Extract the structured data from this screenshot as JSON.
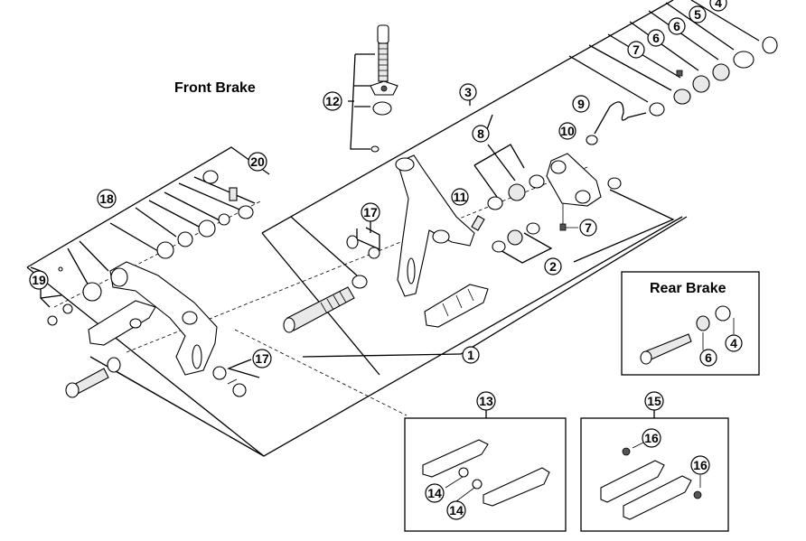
{
  "diagram": {
    "front_title": "Front Brake",
    "rear_title": "Rear Brake",
    "callouts": {
      "c1": "1",
      "c2": "2",
      "c3": "3",
      "c4a": "4",
      "c5": "5",
      "c6a": "6",
      "c6b": "6",
      "c7a": "7",
      "c7b": "7",
      "c8": "8",
      "c9": "9",
      "c10": "10",
      "c11": "11",
      "c12": "12",
      "c13": "13",
      "c14a": "14",
      "c14b": "14",
      "c15": "15",
      "c16a": "16",
      "c16b": "16",
      "c17a": "17",
      "c17b": "17",
      "c18": "18",
      "c19": "19",
      "c20": "20",
      "c4r": "4",
      "c6r": "6"
    },
    "inset_boxes": [
      "Rear Brake",
      "13",
      "15"
    ]
  }
}
